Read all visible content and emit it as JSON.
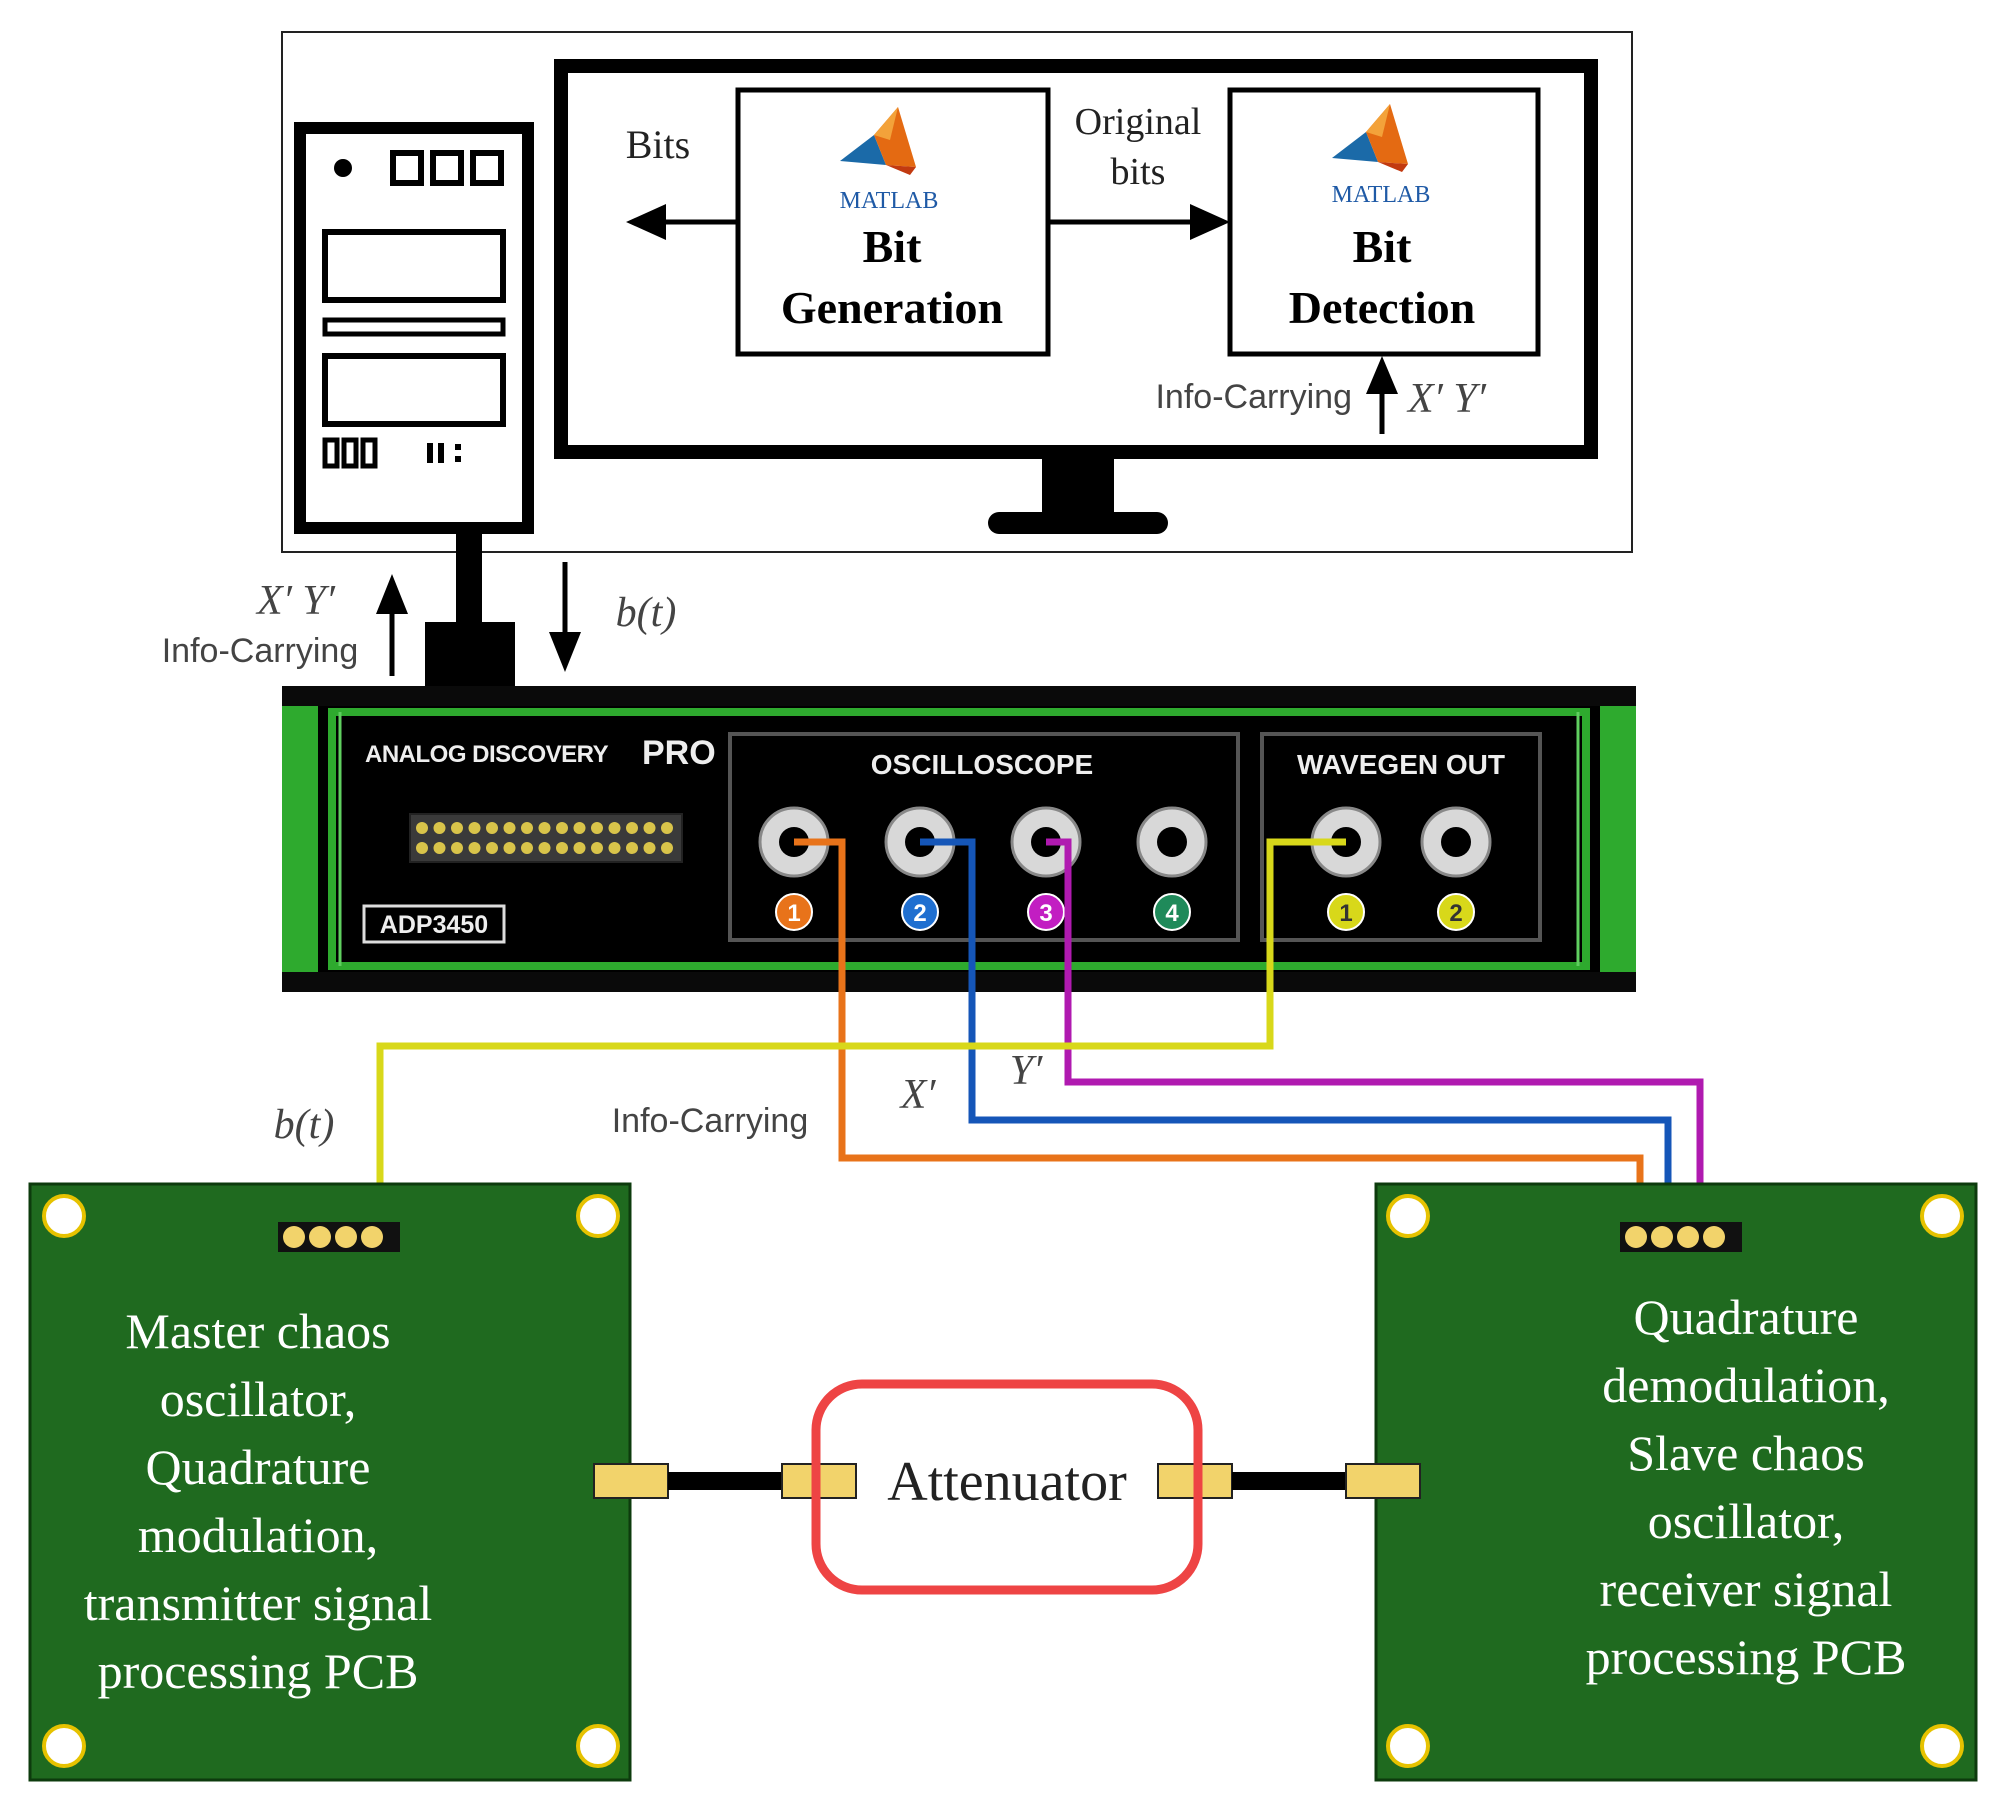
{
  "computer": {
    "bits_label": "Bits",
    "original_bits_label": [
      "Original",
      "bits"
    ],
    "bit_generation": {
      "brand": "MATLAB",
      "title": [
        "Bit",
        "Generation"
      ]
    },
    "bit_detection": {
      "brand": "MATLAB",
      "title": [
        "Bit",
        "Detection"
      ]
    },
    "monitor_input": {
      "label": "Info-Carrying",
      "signals": "X′ Y′"
    }
  },
  "link": {
    "upload_signals": "X′ Y′",
    "upload_label": "Info-Carrying",
    "download_signal": "b(t)"
  },
  "device": {
    "brand": "ANALOG DISCOVERY",
    "brand_suffix": "PRO",
    "model": "ADP3450",
    "oscilloscope_label": "OSCILLOSCOPE",
    "wavegen_label": "WAVEGEN OUT",
    "scope_channels": [
      "1",
      "2",
      "3",
      "4"
    ],
    "wavegen_channels": [
      "1",
      "2"
    ]
  },
  "wires": {
    "b_label": "b(t)",
    "info_label": "Info-Carrying",
    "x_label": "X′",
    "y_label": "Y′"
  },
  "tx_pcb": {
    "lines": [
      "Master chaos",
      "oscillator,",
      "Quadrature",
      "modulation,",
      "transmitter signal",
      "processing PCB"
    ]
  },
  "rx_pcb": {
    "lines": [
      "Quadrature",
      "demodulation,",
      "Slave chaos",
      "oscillator,",
      "receiver signal",
      "processing PCB"
    ]
  },
  "attenuator": {
    "label": "Attenuator"
  },
  "colors": {
    "pcb_green": "#1f6a1f",
    "case_green": "#2eaa2e",
    "wire_orange": "#e8731a",
    "wire_blue": "#1556b8",
    "wire_magenta": "#b01ab0",
    "wire_yellow": "#d8d81a",
    "attenuator_red": "#ee4444",
    "connector_gold": "#f2d36b",
    "channel_1": "#e8731a",
    "channel_2": "#1f6fd0",
    "channel_3": "#c21ec2",
    "channel_4": "#1f8a5a",
    "wavegen_channel": "#d8d81a"
  }
}
